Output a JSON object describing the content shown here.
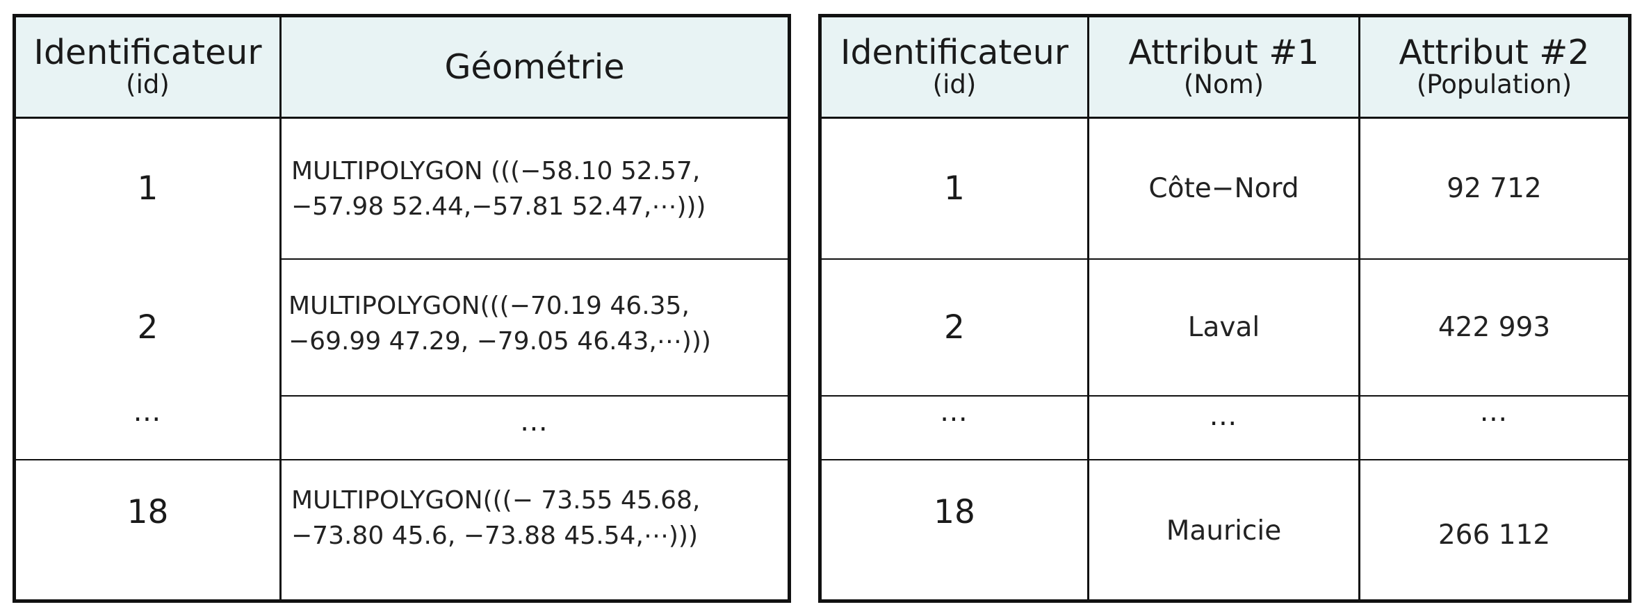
{
  "geometry_table": {
    "header": {
      "id_label": "Identificateur",
      "id_sub": "(id)",
      "geometry_label": "Géométrie"
    },
    "rows": [
      {
        "id": "1",
        "geometry_line1": "MULTIPOLYGON (((−58.10 52.57,",
        "geometry_line2": "−57.98 52.44,−57.81 52.47,⋯)))"
      },
      {
        "id": "2",
        "geometry_line1": "MULTIPOLYGON(((−70.19 46.35,",
        "geometry_line2": "−69.99 47.29, −79.05 46.43,⋯)))"
      },
      {
        "id": "⋯",
        "geometry": "⋯"
      },
      {
        "id": "18",
        "geometry_line1": "MULTIPOLYGON(((− 73.55 45.68,",
        "geometry_line2": "−73.80 45.6, −73.88 45.54,⋯)))"
      }
    ]
  },
  "attribute_table": {
    "header": {
      "id_label": "Identificateur",
      "id_sub": "(id)",
      "attr1_label": "Attribut #1",
      "attr1_sub": "(Nom)",
      "attr2_label": "Attribut #2",
      "attr2_sub": "(Population)"
    },
    "rows": [
      {
        "id": "1",
        "name": "Côte−Nord",
        "population": "92 712"
      },
      {
        "id": "2",
        "name": "Laval",
        "population": "422 993"
      },
      {
        "id": "⋯",
        "name": "⋯",
        "population": "⋯"
      },
      {
        "id": "18",
        "name": "Mauricie",
        "population": "266 112"
      }
    ]
  }
}
